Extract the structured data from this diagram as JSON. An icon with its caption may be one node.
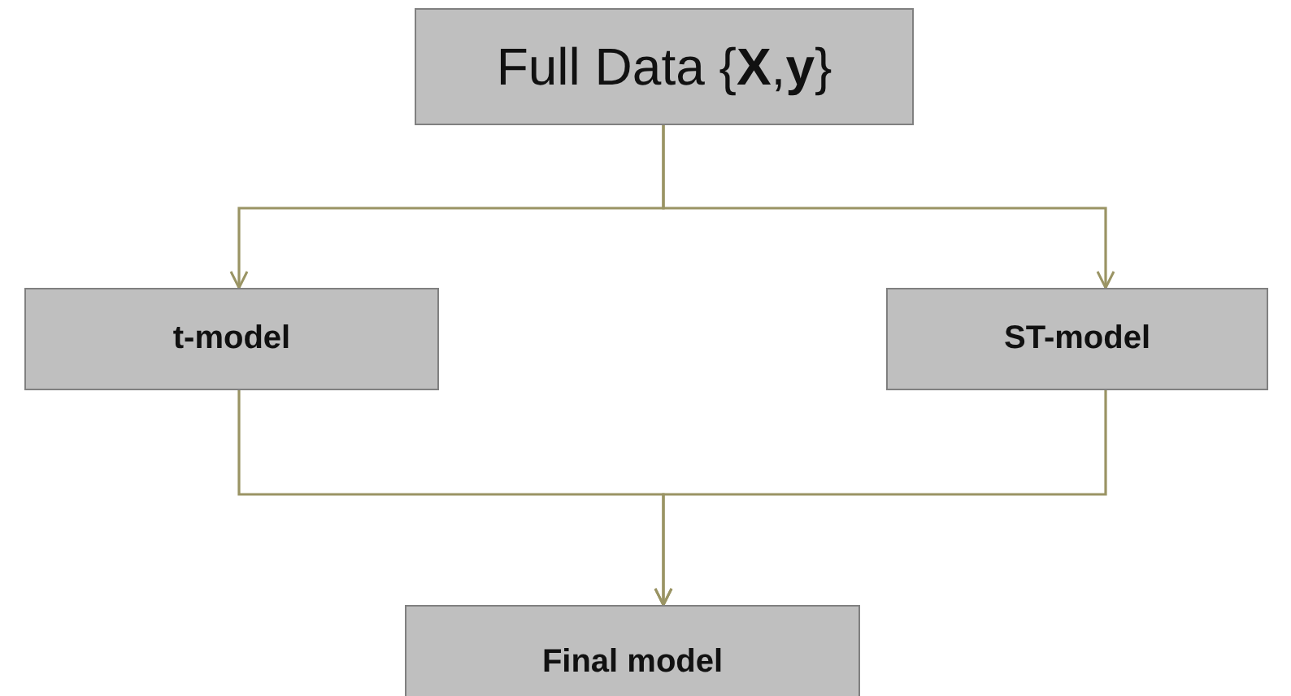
{
  "diagram": {
    "nodes": [
      {
        "text": [
          "Full Data {**X**,**y**}"
        ]
      },
      {
        "text": [
          "t-model"
        ]
      },
      {
        "text": [
          "ST-model"
        ]
      },
      {
        "text": [
          "Final model"
        ]
      }
    ],
    "edges": [
      {
        "from": 0,
        "to": 1,
        "arrow": "to"
      },
      {
        "from": 0,
        "to": 2,
        "arrow": "to"
      },
      {
        "from": 1,
        "to": 3,
        "arrow": "to"
      },
      {
        "from": 2,
        "to": 3,
        "arrow": "to"
      }
    ]
  }
}
